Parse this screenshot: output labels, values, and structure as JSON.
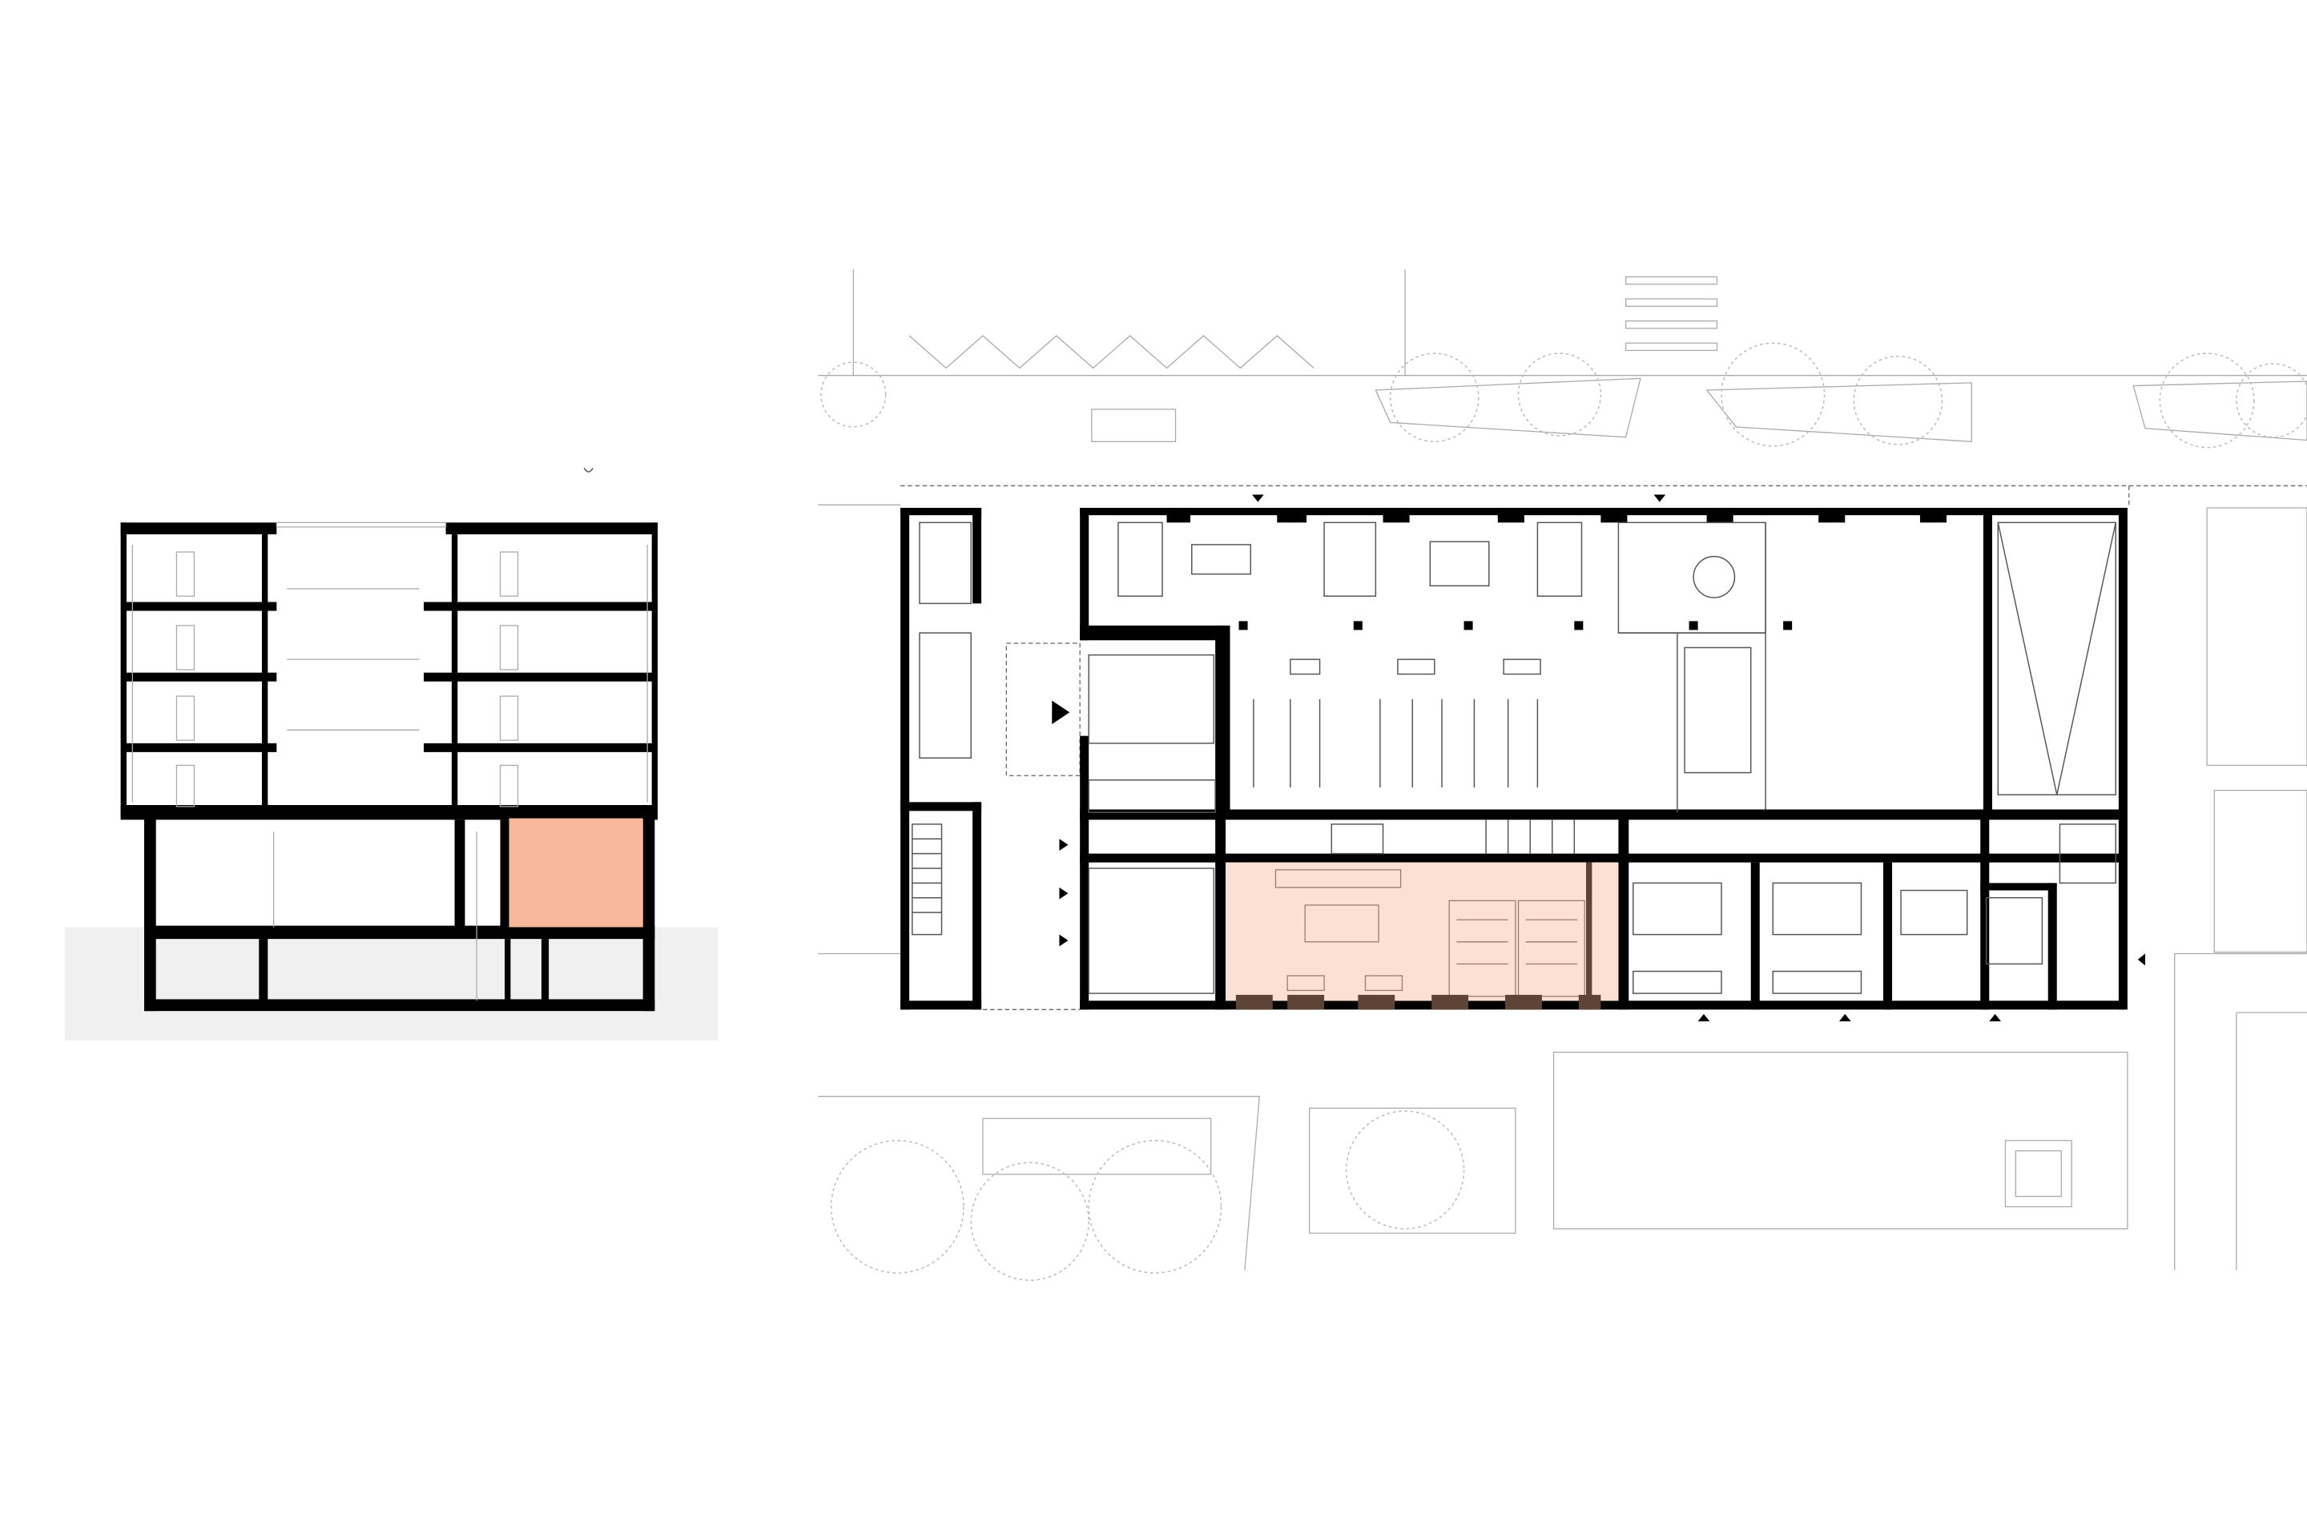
{
  "drawings": [
    {
      "kind": "building-section",
      "highlight": "ground-floor-room"
    },
    {
      "kind": "ground-floor-plan",
      "highlight": "ground-floor-room"
    }
  ],
  "colors": {
    "highlight_section": "#f7b89c",
    "highlight_plan": "#fde0d4",
    "highlight_plan_walls": "#5e4337",
    "walls": "#000000",
    "ground": "#f0f0f0",
    "context_lines": "#aaaaaa"
  }
}
